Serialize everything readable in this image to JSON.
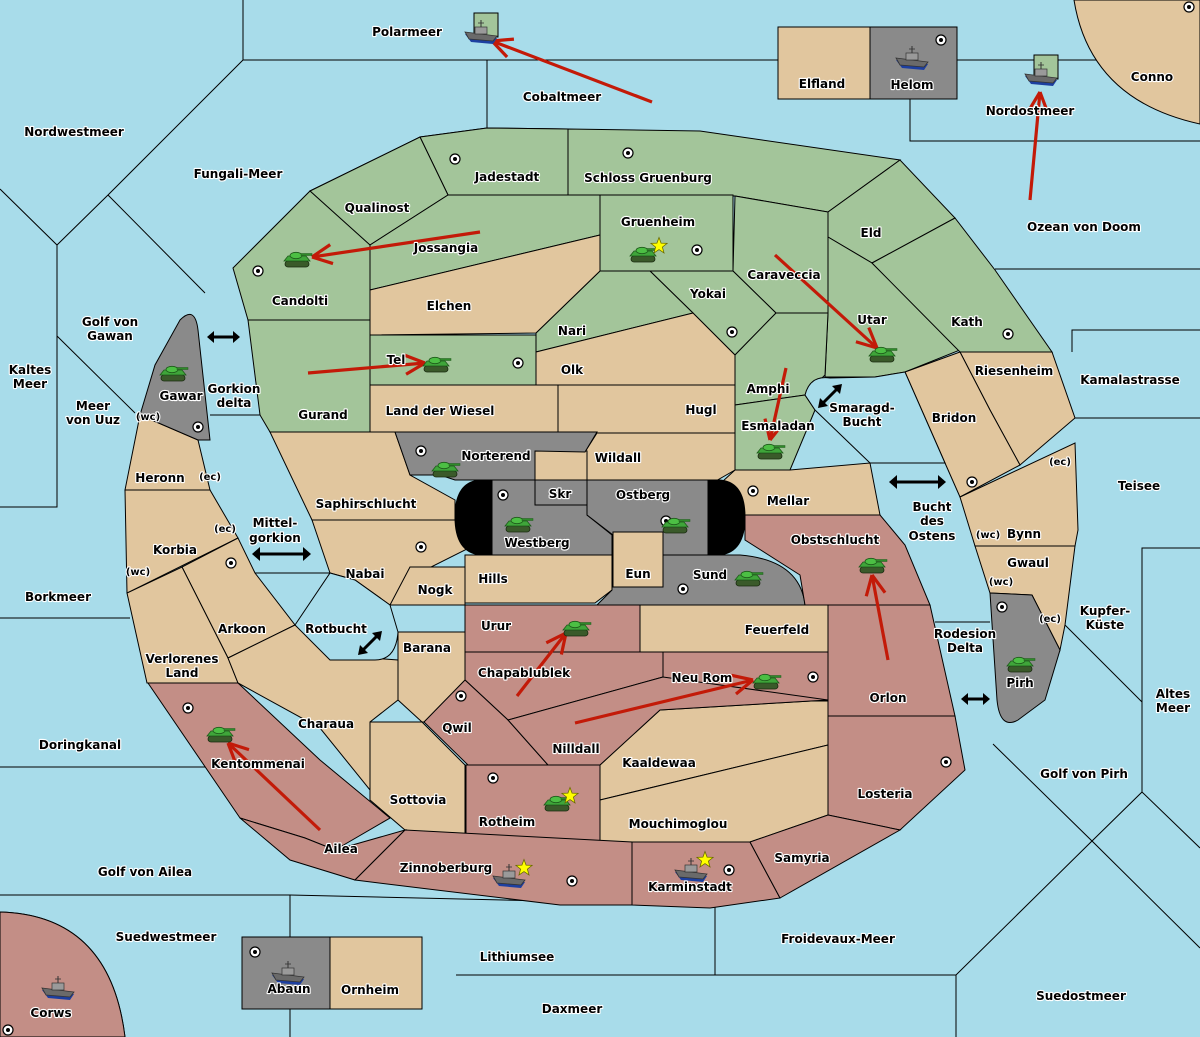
{
  "map": {
    "title": "Diplomacy map",
    "powers": {
      "green": "#a3c59a",
      "grey": "#8a8a8a",
      "red": "#c38e86",
      "neutral": "#e1c69e",
      "sea": "#a8dcea",
      "order_arrow": "#c31a08",
      "star": "#ffff00"
    },
    "regions": [
      {
        "id": "polarmeer",
        "name": "Polarmeer",
        "type": "sea"
      },
      {
        "id": "cobaltmeer",
        "name": "Cobaltmeer",
        "type": "sea"
      },
      {
        "id": "nordwestmeer",
        "name": "Nordwestmeer",
        "type": "sea"
      },
      {
        "id": "fungali",
        "name": "Fungali-Meer",
        "type": "sea"
      },
      {
        "id": "elfland",
        "name": "Elfland",
        "type": "neutral"
      },
      {
        "id": "helom",
        "name": "Helom",
        "type": "grey",
        "supply_center": true
      },
      {
        "id": "nordostmeer",
        "name": "Nordostmeer",
        "type": "sea"
      },
      {
        "id": "conno",
        "name": "Conno",
        "type": "neutral",
        "supply_center": true
      },
      {
        "id": "ozean",
        "name": "Ozean von Doom",
        "type": "sea"
      },
      {
        "id": "jadestadt",
        "name": "Jadestadt",
        "type": "green",
        "supply_center": true
      },
      {
        "id": "schloss",
        "name": "Schloss Gruenburg",
        "type": "green",
        "supply_center": true
      },
      {
        "id": "qualinost",
        "name": "Qualinost",
        "type": "green"
      },
      {
        "id": "jossangia",
        "name": "Jossangia",
        "type": "green"
      },
      {
        "id": "gruenheim",
        "name": "Gruenheim",
        "type": "green",
        "supply_center": true
      },
      {
        "id": "eld",
        "name": "Eld",
        "type": "green"
      },
      {
        "id": "candolti",
        "name": "Candolti",
        "type": "green",
        "supply_center": true
      },
      {
        "id": "elchen",
        "name": "Elchen",
        "type": "neutral"
      },
      {
        "id": "caraveccia",
        "name": "Caraveccia",
        "type": "green"
      },
      {
        "id": "yokai",
        "name": "Yokai",
        "type": "green",
        "supply_center": true
      },
      {
        "id": "nari",
        "name": "Nari",
        "type": "green"
      },
      {
        "id": "utar",
        "name": "Utar",
        "type": "green"
      },
      {
        "id": "kath",
        "name": "Kath",
        "type": "green",
        "supply_center": true
      },
      {
        "id": "tel",
        "name": "Tel",
        "type": "green",
        "supply_center": true
      },
      {
        "id": "olk",
        "name": "Olk",
        "type": "neutral"
      },
      {
        "id": "gurand",
        "name": "Gurand",
        "type": "green"
      },
      {
        "id": "golfgawan",
        "name": "Golf von Gawan",
        "type": "sea"
      },
      {
        "id": "gawar",
        "name": "Gawar",
        "type": "grey",
        "supply_center": true
      },
      {
        "id": "gorkiondelta",
        "name": "Gorkion delta",
        "type": "sea"
      },
      {
        "id": "kaltesmeer",
        "name": "Kaltes Meer",
        "type": "sea"
      },
      {
        "id": "meeruuz",
        "name": "Meer von Uuz",
        "type": "sea"
      },
      {
        "id": "landwiesel",
        "name": "Land der Wiesel",
        "type": "neutral"
      },
      {
        "id": "hugl",
        "name": "Hugl",
        "type": "neutral"
      },
      {
        "id": "amphi",
        "name": "Amphi",
        "type": "green"
      },
      {
        "id": "esmaladan",
        "name": "Esmaladan",
        "type": "green"
      },
      {
        "id": "smaragd",
        "name": "Smaragd-Bucht",
        "type": "sea"
      },
      {
        "id": "riesenheim",
        "name": "Riesenheim",
        "type": "neutral"
      },
      {
        "id": "kamala",
        "name": "Kamalastrasse",
        "type": "sea"
      },
      {
        "id": "bridon",
        "name": "Bridon",
        "type": "neutral",
        "supply_center": true
      },
      {
        "id": "heronn",
        "name": "Heronn",
        "type": "neutral"
      },
      {
        "id": "norterend",
        "name": "Norterend",
        "type": "grey",
        "supply_center": true
      },
      {
        "id": "wildall",
        "name": "Wildall",
        "type": "neutral"
      },
      {
        "id": "skr",
        "name": "Skr",
        "type": "neutral"
      },
      {
        "id": "saphir",
        "name": "Saphirschlucht",
        "type": "neutral"
      },
      {
        "id": "westberg",
        "name": "Westberg",
        "type": "grey",
        "supply_center": true
      },
      {
        "id": "ostberg",
        "name": "Ostberg",
        "type": "grey",
        "supply_center": true
      },
      {
        "id": "mellar",
        "name": "Mellar",
        "type": "neutral",
        "supply_center": true
      },
      {
        "id": "buchtostens",
        "name": "Bucht des Ostens",
        "type": "sea"
      },
      {
        "id": "teisee",
        "name": "Teisee",
        "type": "sea"
      },
      {
        "id": "mittelgorkion",
        "name": "Mittel-gorkion",
        "type": "sea"
      },
      {
        "id": "korbia",
        "name": "Korbia",
        "type": "neutral"
      },
      {
        "id": "nabai",
        "name": "Nabai",
        "type": "neutral",
        "supply_center": true
      },
      {
        "id": "eun",
        "name": "Eun",
        "type": "neutral"
      },
      {
        "id": "obstschlucht",
        "name": "Obstschlucht",
        "type": "red"
      },
      {
        "id": "bynn",
        "name": "Bynn",
        "type": "neutral"
      },
      {
        "id": "gwaul",
        "name": "Gwaul",
        "type": "neutral"
      },
      {
        "id": "hills",
        "name": "Hills",
        "type": "neutral"
      },
      {
        "id": "sund",
        "name": "Sund",
        "type": "grey",
        "supply_center": true
      },
      {
        "id": "nogk",
        "name": "Nogk",
        "type": "neutral"
      },
      {
        "id": "borkmeer",
        "name": "Borkmeer",
        "type": "sea"
      },
      {
        "id": "arkoon",
        "name": "Arkoon",
        "type": "neutral",
        "supply_center": true
      },
      {
        "id": "rotbucht",
        "name": "Rotbucht",
        "type": "sea"
      },
      {
        "id": "urur",
        "name": "Urur",
        "type": "red"
      },
      {
        "id": "feuerfeld",
        "name": "Feuerfeld",
        "type": "neutral"
      },
      {
        "id": "kupfer",
        "name": "Kupfer-Küste",
        "type": "sea"
      },
      {
        "id": "rodesion",
        "name": "Rodesion Delta",
        "type": "sea"
      },
      {
        "id": "barana",
        "name": "Barana",
        "type": "neutral"
      },
      {
        "id": "chapa",
        "name": "Chapablublek",
        "type": "red"
      },
      {
        "id": "verlorenes",
        "name": "Verlorenes Land",
        "type": "neutral"
      },
      {
        "id": "neurom",
        "name": "Neu Rom",
        "type": "red",
        "supply_center": true
      },
      {
        "id": "pirh",
        "name": "Pirh",
        "type": "grey",
        "supply_center": true
      },
      {
        "id": "orlon",
        "name": "Orlon",
        "type": "red"
      },
      {
        "id": "altesmeer",
        "name": "Altes Meer",
        "type": "sea"
      },
      {
        "id": "charaua",
        "name": "Charaua",
        "type": "neutral"
      },
      {
        "id": "qwil",
        "name": "Qwil",
        "type": "red",
        "supply_center": true
      },
      {
        "id": "nilldall",
        "name": "Nilldall",
        "type": "red"
      },
      {
        "id": "doringkanal",
        "name": "Doringkanal",
        "type": "sea"
      },
      {
        "id": "kentommenai",
        "name": "Kentommenai",
        "type": "red",
        "supply_center": true
      },
      {
        "id": "kaaldewaa",
        "name": "Kaaldewaa",
        "type": "neutral"
      },
      {
        "id": "golfpirh",
        "name": "Golf von Pirh",
        "type": "sea"
      },
      {
        "id": "losteria",
        "name": "Losteria",
        "type": "red",
        "supply_center": true
      },
      {
        "id": "sottovia",
        "name": "Sottovia",
        "type": "neutral"
      },
      {
        "id": "rotheim",
        "name": "Rotheim",
        "type": "red",
        "supply_center": true
      },
      {
        "id": "mouchi",
        "name": "Mouchimoglou",
        "type": "neutral"
      },
      {
        "id": "ailea",
        "name": "Ailea",
        "type": "red"
      },
      {
        "id": "samyria",
        "name": "Samyria",
        "type": "red"
      },
      {
        "id": "zinnoberburg",
        "name": "Zinnoberburg",
        "type": "red",
        "supply_center": true
      },
      {
        "id": "karminstadt",
        "name": "Karminstadt",
        "type": "red",
        "supply_center": true
      },
      {
        "id": "golfailea",
        "name": "Golf von Ailea",
        "type": "sea"
      },
      {
        "id": "suedwestmeer",
        "name": "Suedwestmeer",
        "type": "sea"
      },
      {
        "id": "froidevaux",
        "name": "Froidevaux-Meer",
        "type": "sea"
      },
      {
        "id": "abaun",
        "name": "Abaun",
        "type": "grey",
        "supply_center": true
      },
      {
        "id": "ornheim",
        "name": "Ornheim",
        "type": "neutral"
      },
      {
        "id": "lithiumsee",
        "name": "Lithiumsee",
        "type": "sea"
      },
      {
        "id": "suedostmeer",
        "name": "Suedostmeer",
        "type": "sea"
      },
      {
        "id": "corws",
        "name": "Corws",
        "type": "red",
        "supply_center": true
      },
      {
        "id": "daxmeer",
        "name": "Daxmeer",
        "type": "sea"
      }
    ],
    "coast_labels": [
      {
        "region": "Gawar",
        "text": "(wc)"
      },
      {
        "region": "Heronn",
        "text": "(ec)"
      },
      {
        "region": "Korbia",
        "text": "(ec)"
      },
      {
        "region": "Korbia",
        "text": "(wc)"
      },
      {
        "region": "Bynn",
        "text": "(ec)"
      },
      {
        "region": "Bynn",
        "text": "(wc)"
      },
      {
        "region": "Gwaul",
        "text": "(wc)"
      },
      {
        "region": "Gwaul",
        "text": "(ec)"
      }
    ],
    "units": [
      {
        "type": "fleet",
        "power": "green",
        "region": "Polarmeer"
      },
      {
        "type": "fleet",
        "power": "grey",
        "region": "Helom"
      },
      {
        "type": "fleet",
        "power": "green",
        "region": "Nordostmeer"
      },
      {
        "type": "army",
        "power": "green",
        "region": "Candolti"
      },
      {
        "type": "army",
        "power": "green",
        "region": "Gruenheim",
        "star": true
      },
      {
        "type": "army",
        "power": "green",
        "region": "Tel"
      },
      {
        "type": "army",
        "power": "green",
        "region": "Utar"
      },
      {
        "type": "army",
        "power": "green",
        "region": "Esmaladan"
      },
      {
        "type": "army",
        "power": "green",
        "region": "Gawar"
      },
      {
        "type": "army",
        "power": "green",
        "region": "Norterend"
      },
      {
        "type": "army",
        "power": "green",
        "region": "Westberg"
      },
      {
        "type": "army",
        "power": "green",
        "region": "Ostberg"
      },
      {
        "type": "army",
        "power": "green",
        "region": "Sund"
      },
      {
        "type": "army",
        "power": "green",
        "region": "Obstschlucht"
      },
      {
        "type": "army",
        "power": "green",
        "region": "Urur"
      },
      {
        "type": "army",
        "power": "green",
        "region": "Neu Rom"
      },
      {
        "type": "army",
        "power": "green",
        "region": "Pirh"
      },
      {
        "type": "army",
        "power": "green",
        "region": "Kentommenai"
      },
      {
        "type": "army",
        "power": "green",
        "region": "Rotheim",
        "star": true
      },
      {
        "type": "fleet",
        "power": "red",
        "region": "Zinnoberburg",
        "star": true
      },
      {
        "type": "fleet",
        "power": "red",
        "region": "Karminstadt",
        "star": true
      },
      {
        "type": "fleet",
        "power": "grey",
        "region": "Abaun"
      },
      {
        "type": "fleet",
        "power": "red",
        "region": "Corws"
      }
    ],
    "orders": [
      {
        "from": "Cobaltmeer",
        "to": "Polarmeer"
      },
      {
        "from": "Ozean von Doom",
        "to": "Nordostmeer"
      },
      {
        "from": "Jossangia",
        "to": "Candolti"
      },
      {
        "from": "Gurand",
        "to": "Tel"
      },
      {
        "from": "Caraveccia",
        "to": "Utar"
      },
      {
        "from": "Amphi",
        "to": "Esmaladan"
      },
      {
        "from": "Orlon",
        "to": "Obstschlucht"
      },
      {
        "from": "Chapablublek",
        "to": "Urur"
      },
      {
        "from": "Nilldall",
        "to": "Neu Rom"
      },
      {
        "from": "Ailea",
        "to": "Kentommenai"
      }
    ],
    "canal_links": [
      {
        "between": [
          "Golf von Gawan",
          "Gorkion delta"
        ]
      },
      {
        "between": [
          "Smaragd-Bucht",
          "Utar"
        ]
      },
      {
        "between": [
          "Bucht des Ostens",
          "Mellar"
        ]
      },
      {
        "between": [
          "Mittel-gorkion",
          "Korbia"
        ]
      },
      {
        "between": [
          "Rotbucht",
          "Barana"
        ]
      },
      {
        "between": [
          "Rodesion Delta",
          "Pirh"
        ]
      }
    ]
  }
}
